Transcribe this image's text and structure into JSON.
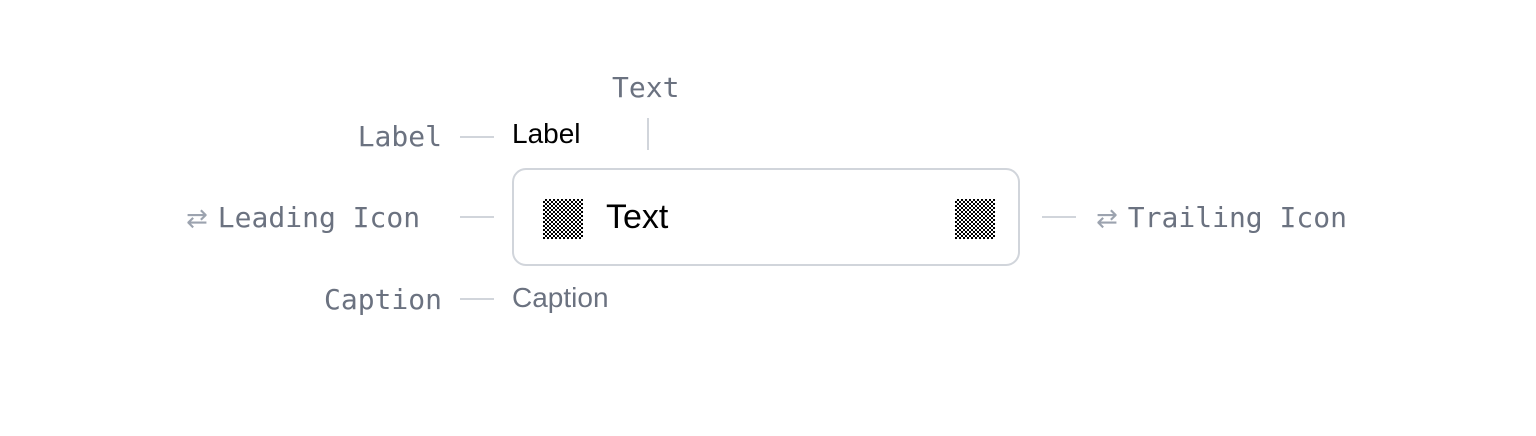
{
  "annotations": {
    "text": "Text",
    "label": "Label",
    "leading_icon": "Leading Icon",
    "trailing_icon": "Trailing Icon",
    "caption": "Caption",
    "swap_glyph": "⇄"
  },
  "field": {
    "label": "Label",
    "value": "Text",
    "caption": "Caption",
    "leading_icon": "checkerboard-icon",
    "trailing_icon": "checkerboard-icon"
  },
  "colors": {
    "annotation": "#6b7280",
    "connector": "#d1d5db",
    "border": "#d1d5db",
    "text": "#000000"
  }
}
